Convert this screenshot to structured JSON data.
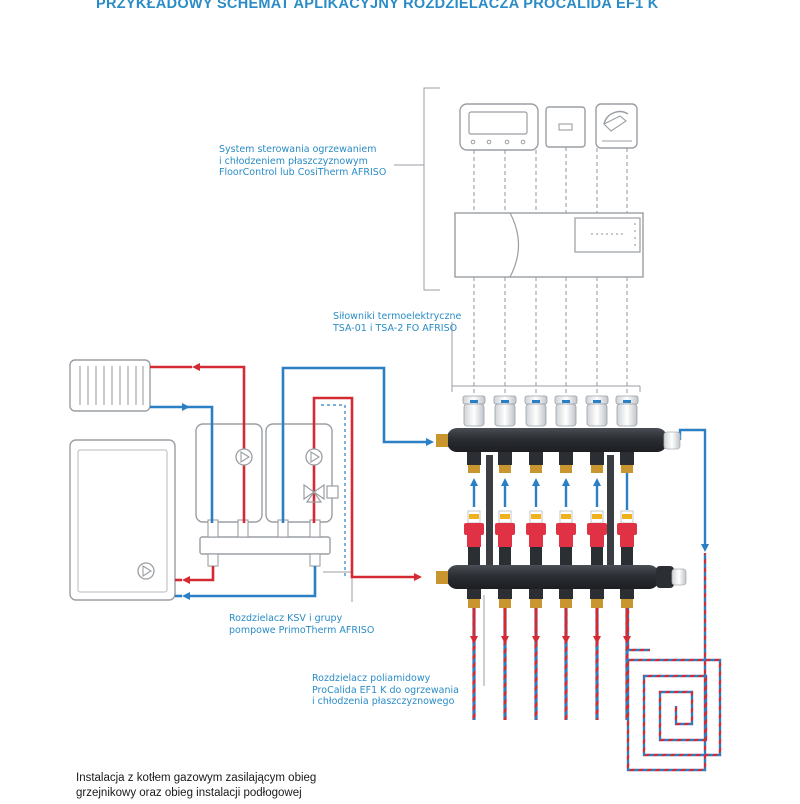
{
  "title": "PRZYKŁADOWY SCHEMAT APLIKACYJNY ROZDZIELACZA PROCALIDA EF1 K",
  "labels": {
    "control_system": [
      "System sterowania ogrzewaniem",
      "i chłodzeniem płaszczyznowym",
      "FloorControl lub CosiTherm AFRISO"
    ],
    "actuators": [
      "Siłowniki termoelektryczne",
      "TSA-01 i TSA-2 FO AFRISO"
    ],
    "ksv": [
      "Rozdzielacz KSV i grupy",
      "pompowe PrimoTherm AFRISO"
    ],
    "procalida": [
      "Rozdzielacz poliamidowy",
      "ProCalida EF1 K do ogrzewania",
      "i chłodzenia płaszczyznowego"
    ]
  },
  "caption": [
    "Instalacja z kotłem gazowym zasilającym obieg",
    "grzejnikowy oraz obieg instalacji podłogowej"
  ],
  "colors": {
    "supply": "#d42a33",
    "return": "#2b7fc4",
    "label": "#2a8cc6",
    "outline": "#9a9ea3",
    "manifold": "#2e3136",
    "brass": "#c8952e",
    "flowmeter_red": "#e03244",
    "flowmeter_yellow": "#f2b21c"
  }
}
